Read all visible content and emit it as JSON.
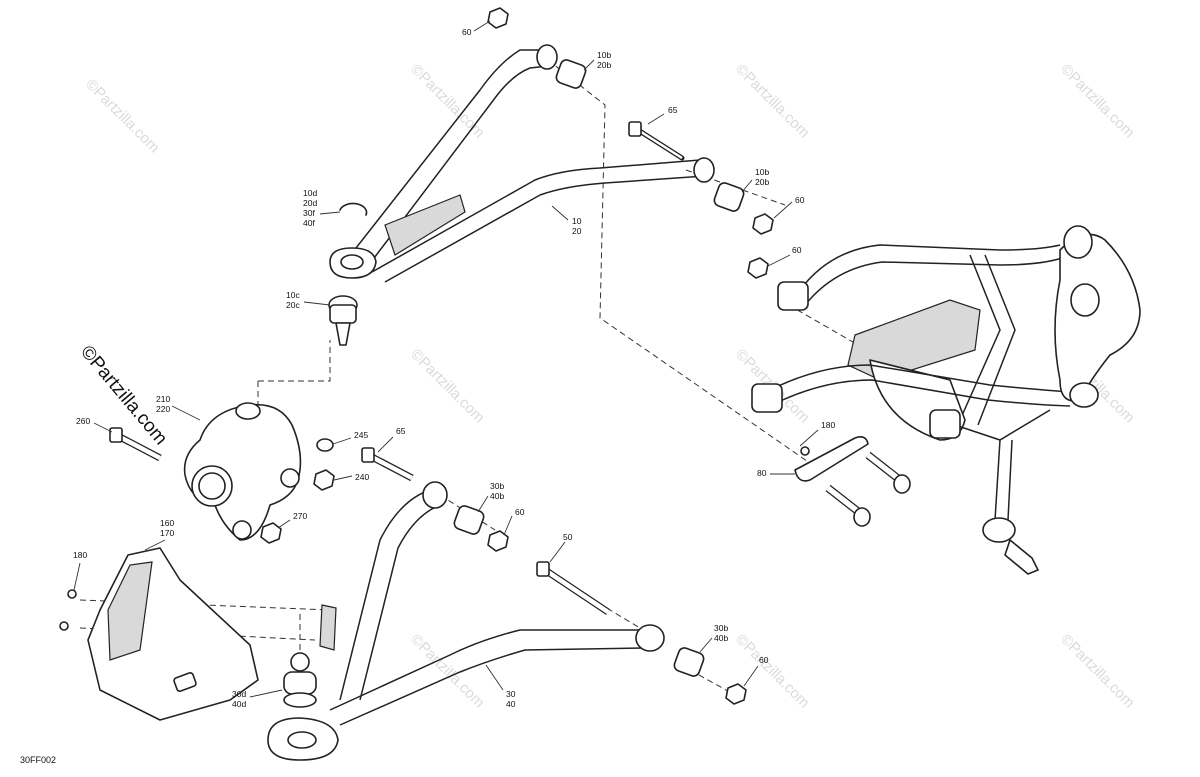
{
  "diagram": {
    "code": "30FF002",
    "brand_watermark": "©Partzilla.com",
    "faint_watermark": "©Partzilla.com",
    "callouts": {
      "upper_nut_60": "60",
      "upper_bushing_10b_20b": [
        "10b",
        "20b"
      ],
      "bolt_65_top": "65",
      "right_bushing_10b_20b": [
        "10b",
        "20b"
      ],
      "right_nut_60": "60",
      "upper_arm_10_20": [
        "10",
        "20"
      ],
      "circlip": [
        "10d",
        "20d",
        "30f",
        "40f"
      ],
      "ball_joint_upper": [
        "10c",
        "20c"
      ],
      "knuckle_210_220": [
        "210",
        "220"
      ],
      "bolt_260": "260",
      "washer_245": "245",
      "nut_240": "240",
      "bolt_65_lower": "65",
      "nut_270": "270",
      "lower_bushing_30b_40b_top": [
        "30b",
        "40b"
      ],
      "lower_nut_60_top": "60",
      "guard_160_170": [
        "160",
        "170"
      ],
      "screw_180_left": "180",
      "bolt_50": "50",
      "lower_bushing_30b_40b_right": [
        "30b",
        "40b"
      ],
      "lower_nut_60_right": "60",
      "lower_arm_30_40": [
        "30",
        "40"
      ],
      "ball_joint_lower": [
        "30d",
        "40d"
      ],
      "assembly_nut_60": "60",
      "screw_180_right": "180",
      "plate_80": "80"
    }
  }
}
